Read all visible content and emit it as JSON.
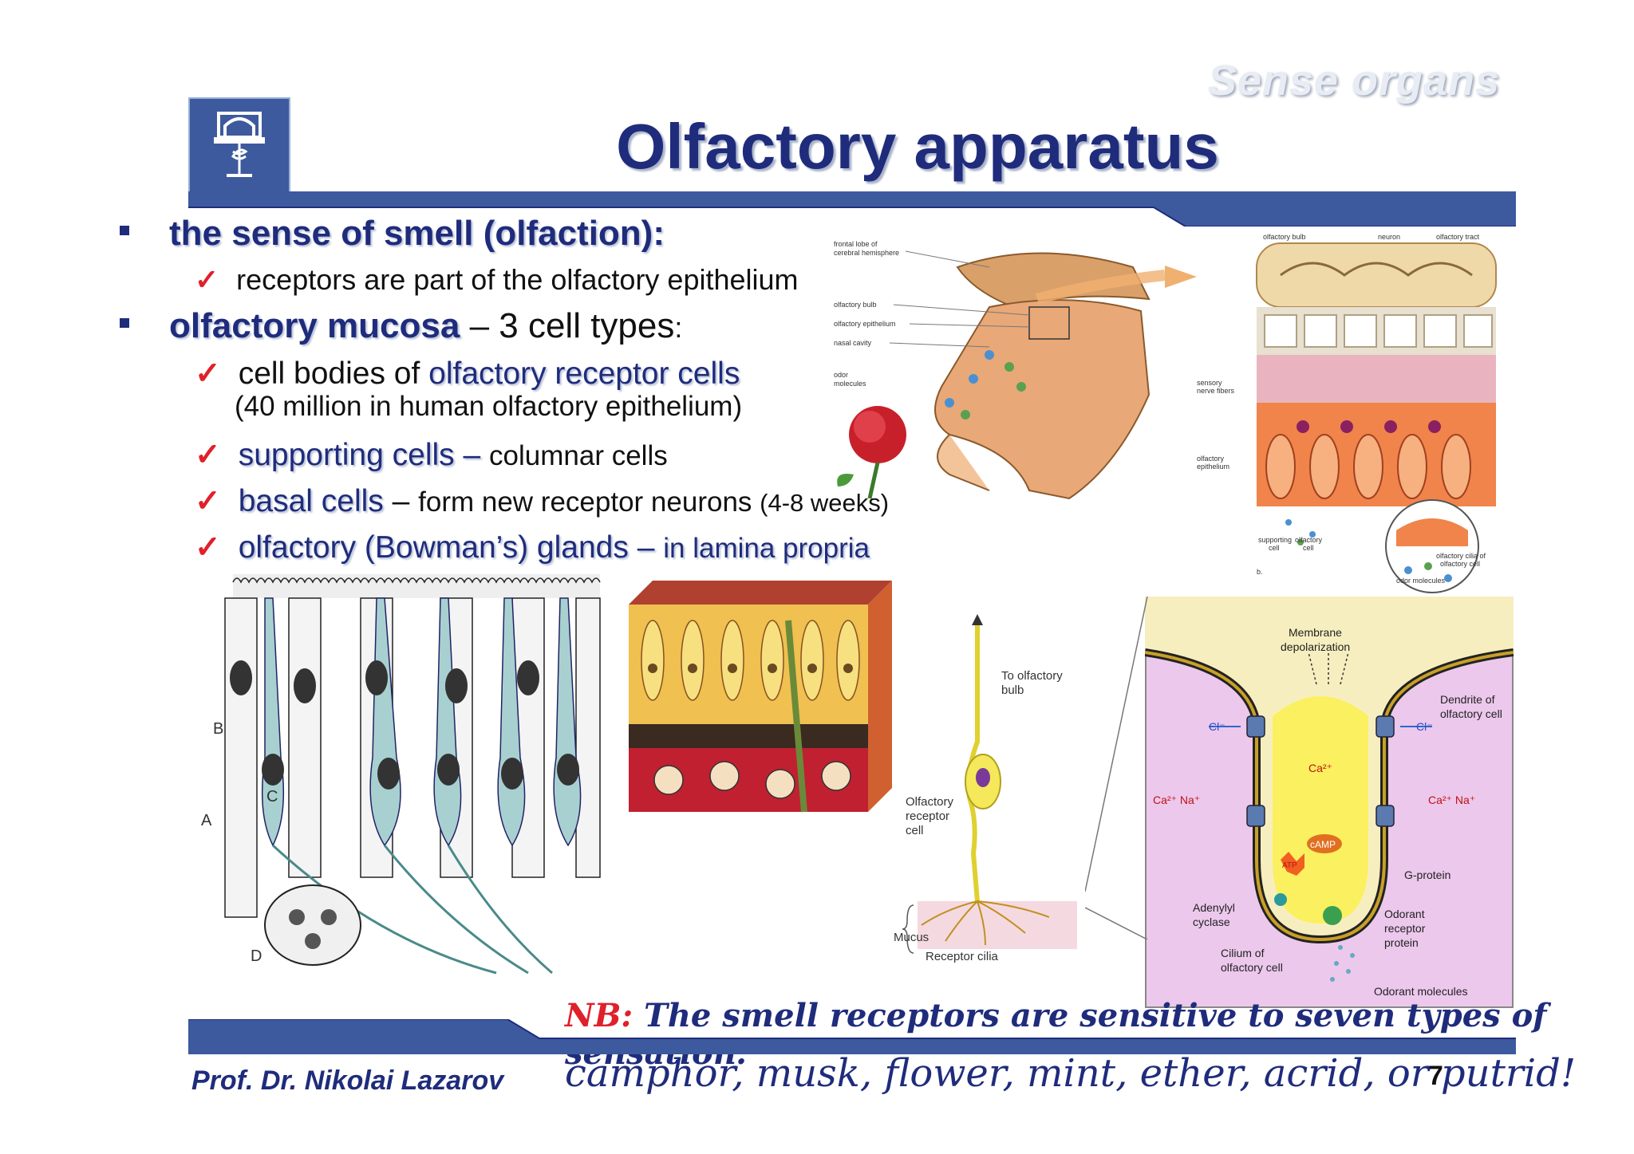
{
  "header": {
    "section_label": "Sense organs",
    "title": "Olfactory apparatus"
  },
  "bullets": [
    {
      "label": "the sense of smell (olfaction):",
      "subs": [
        "receptors are part of the olfactory epithelium"
      ]
    },
    {
      "label_emph": "olfactory mucosa",
      "label_rest": " – 3 cell types",
      "label_colon": ":",
      "subs": [
        {
          "pre": "cell bodies of ",
          "emph": "olfactory receptor cells",
          "line2": "(40 million in human olfactory epithelium)"
        },
        {
          "emph": "supporting cells",
          "dash": " – ",
          "rest": "columnar cells"
        },
        {
          "emph": "basal cells",
          "dash": " – ",
          "rest": "form new receptor neurons ",
          "small": "(4-8 weeks)"
        },
        {
          "emph": "olfactory (Bowman’s) glands",
          "dash": " – ",
          "rest": "in lamina propria"
        }
      ]
    }
  ],
  "figure_nose": {
    "labels": [
      "frontal lobe of",
      "cerebral hemisphere",
      "olfactory bulb",
      "olfactory epithelium",
      "nasal cavity",
      "odor",
      "molecules"
    ]
  },
  "figure_epithelium": {
    "labels": [
      "olfactory bulb",
      "neuron",
      "olfactory tract",
      "sensory",
      "nerve fibers",
      "olfactory",
      "epithelium",
      "supporting",
      "cell",
      "olfactory",
      "cell",
      "olfactory cilia of",
      "olfactory cell",
      "odor molecules",
      "b."
    ]
  },
  "figure_drawing": {
    "labels": [
      "B",
      "C",
      "A",
      "D"
    ]
  },
  "figure_receptor": {
    "labels": [
      "To olfactory",
      "bulb",
      "Olfactory",
      "receptor",
      "cell",
      "Mucus",
      "Receptor cilia"
    ]
  },
  "figure_cilium": {
    "labels": [
      "Membrane",
      "depolarization",
      "Dendrite of",
      "olfactory cell",
      "Cl⁻",
      "Cl⁻",
      "Ca²⁺",
      "Ca²⁺  Na⁺",
      "Ca²⁺  Na⁺",
      "cAMP",
      "ATP",
      "G-protein",
      "Adenylyl",
      "cyclase",
      "Odorant",
      "receptor",
      "protein",
      "Cilium of",
      "olfactory cell",
      "Odorant molecules"
    ]
  },
  "nb": {
    "prefix": "NB:",
    "text": " The smell receptors are sensitive to seven types of sensation:"
  },
  "footer": {
    "author": "Prof. Dr. Nikolai Lazarov",
    "sensations": "camphor, musk, flower, mint, ether, acrid, or putrid!",
    "page": "7"
  },
  "colors": {
    "title_blue": "#1f2c7c",
    "bar_blue": "#3d5a9e",
    "check_red": "#e0202a"
  }
}
